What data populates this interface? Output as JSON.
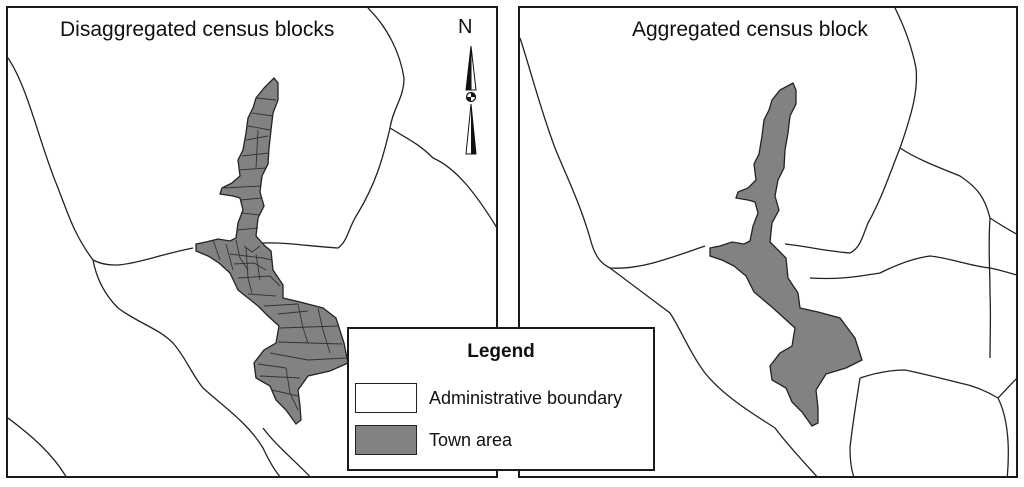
{
  "maps": {
    "left_title": "Disaggregated census blocks",
    "right_title": "Aggregated census block",
    "north_label": "N"
  },
  "legend": {
    "title": "Legend",
    "items": [
      {
        "label": "Administrative boundary",
        "icon": "admin-boundary-swatch",
        "fill": "#ffffff"
      },
      {
        "label": "Town area",
        "icon": "town-area-swatch",
        "fill": "#828282"
      }
    ]
  },
  "colors": {
    "town_fill": "#828282",
    "boundary_line": "#222222",
    "background": "#ffffff"
  }
}
